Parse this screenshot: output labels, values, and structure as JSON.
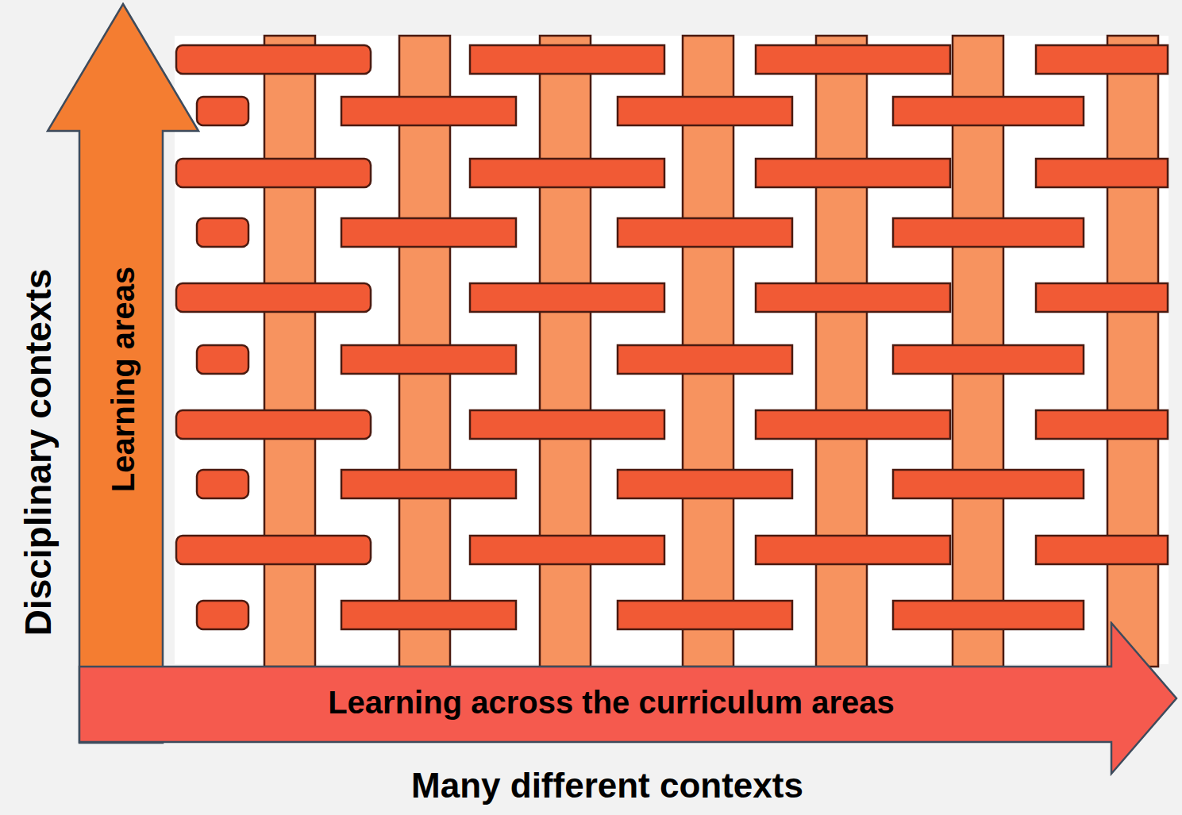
{
  "diagram": {
    "nodes": [
      {
        "text": [
          "Learning areas"
        ]
      },
      {
        "text": [
          "Learning across the curriculum areas"
        ]
      }
    ],
    "labels": [
      "Disciplinary contexts",
      "Many different contexts"
    ]
  }
}
